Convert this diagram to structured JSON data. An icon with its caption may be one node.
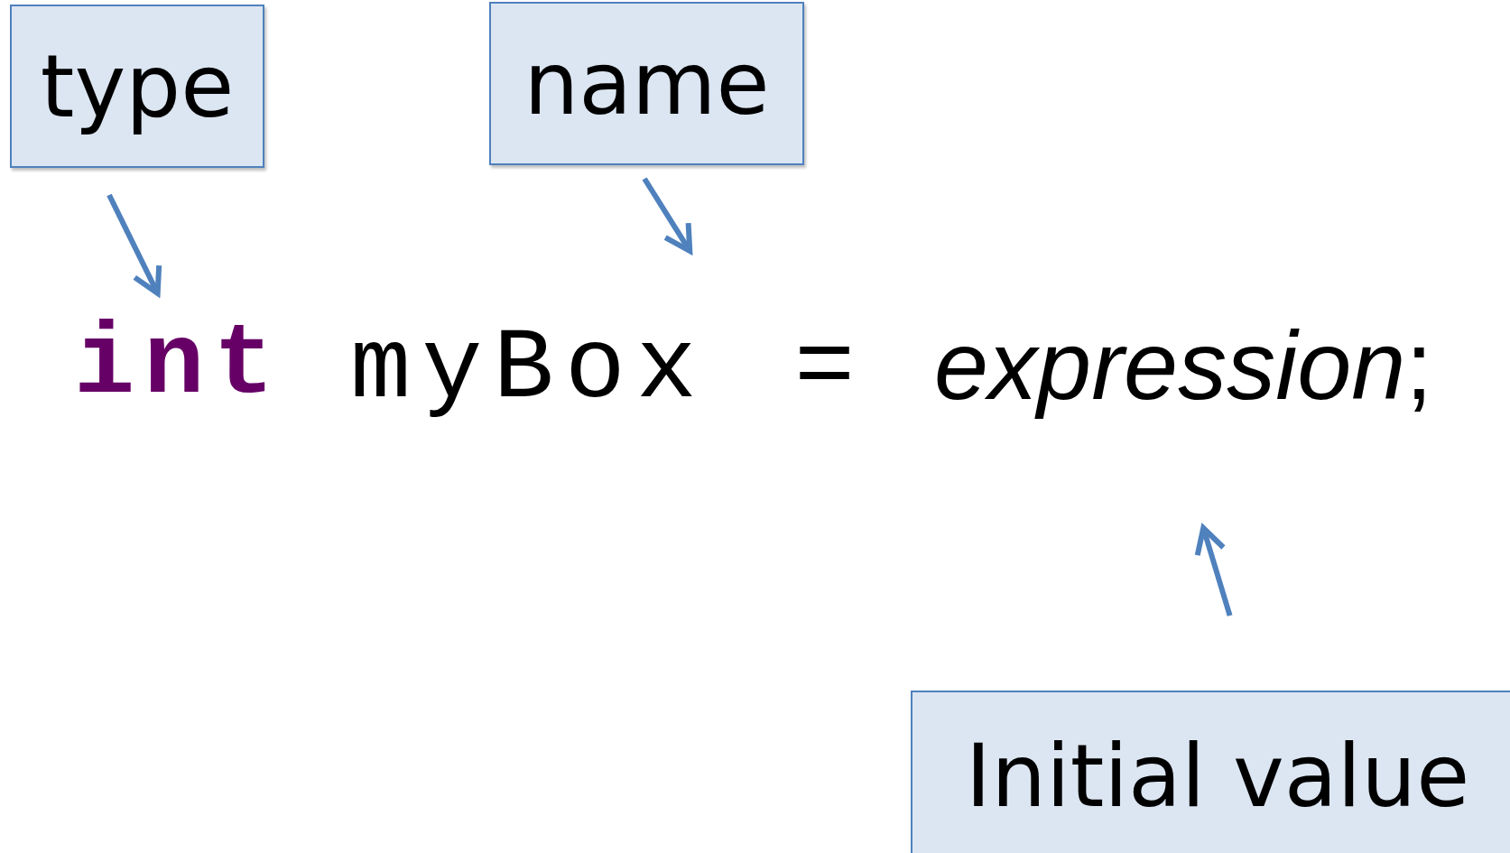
{
  "diagram": {
    "nodes": [
      {
        "text": [
          "type"
        ]
      },
      {
        "text": [
          "name"
        ]
      },
      {
        "text": [
          "int"
        ]
      },
      {
        "text": [
          "myBox"
        ]
      },
      {
        "text": [
          "*expression*;"
        ]
      },
      {
        "text": [
          "Initial value"
        ]
      }
    ],
    "edges": [
      {
        "from": 0,
        "to": 2,
        "arrow": "to"
      },
      {
        "from": 1,
        "to": 3,
        "arrow": "to"
      },
      {
        "from": 5,
        "to": 4,
        "arrow": "to"
      }
    ],
    "labels": [
      "="
    ]
  }
}
